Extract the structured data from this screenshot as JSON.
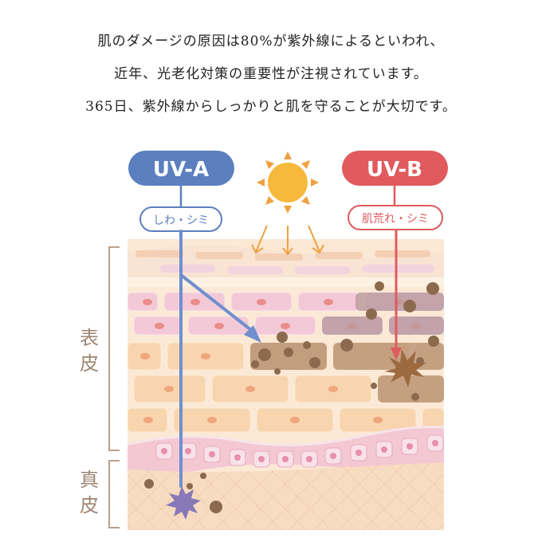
{
  "intro": {
    "lines": [
      "肌のダメージの原因は80%が紫外線によるといわれ、",
      "近年、光老化対策の重要性が注視されています。",
      "365日、紫外線からしっかりと肌を守ることが大切です。"
    ]
  },
  "uva": {
    "label": "UV-A",
    "effect": "しわ・シミ",
    "color": "#5b7fbf"
  },
  "uvb": {
    "label": "UV-B",
    "effect": "肌荒れ・シミ",
    "color": "#e05a5e"
  },
  "layers": {
    "epidermis": [
      "表",
      "皮"
    ],
    "dermis": [
      "真",
      "皮"
    ]
  },
  "colors": {
    "sun": "#f6b93b",
    "sun_rays": "#f0a040",
    "skin_top": "#f7d7b9",
    "pink_cells": "#f2c6d4",
    "peach_cells": "#f7d3ae",
    "spots": "#8b6a4e",
    "bracket": "#b9a18c"
  }
}
